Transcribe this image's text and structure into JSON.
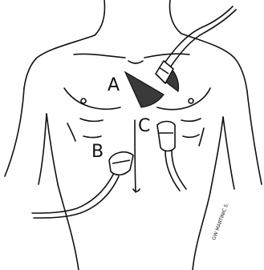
{
  "labels": {
    "a": "A",
    "b": "B",
    "c": "C"
  },
  "signature": "GW MARTINIC S.",
  "colors": {
    "ink": "#111111",
    "shade": "#3a3a3a",
    "background": "#ffffff"
  },
  "icons": {
    "probe": "ultrasound-probe-icon"
  }
}
